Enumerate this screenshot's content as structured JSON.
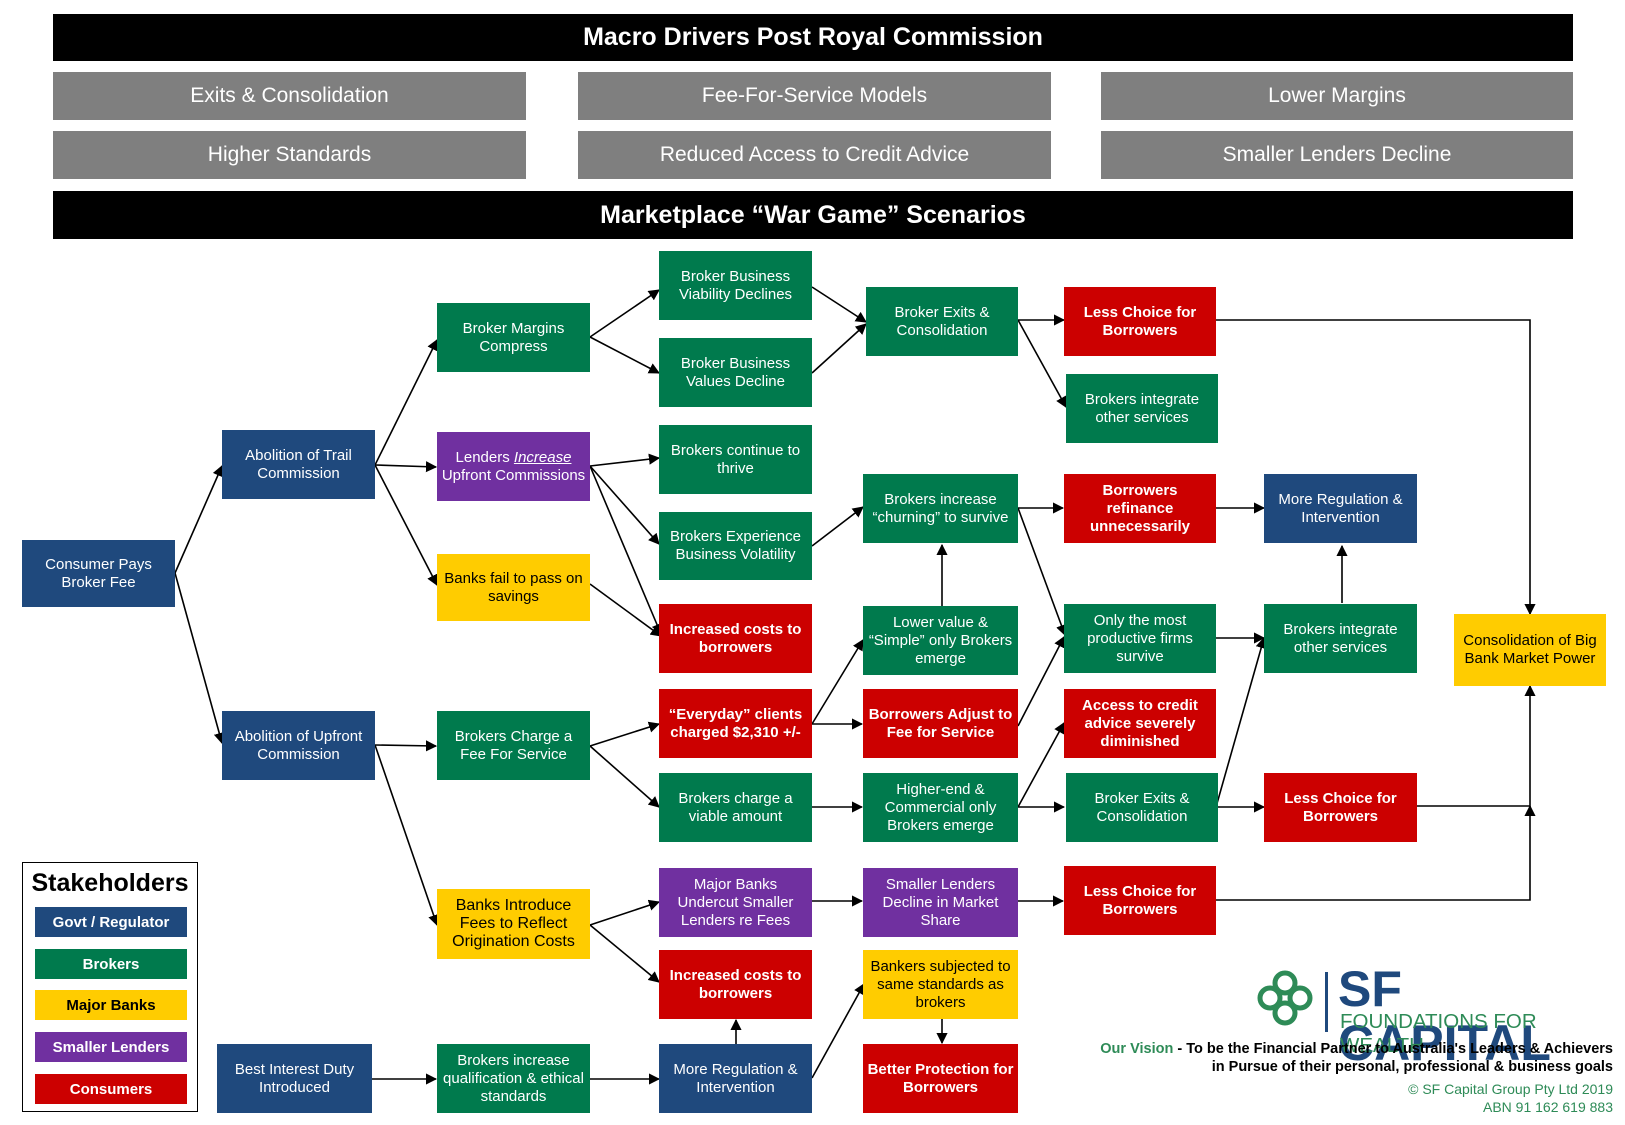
{
  "header": {
    "title": "Macro Drivers Post Royal Commission",
    "scenarios_title": "Marketplace “War Game” Scenarios"
  },
  "drivers": [
    "Exits & Consolidation",
    "Fee-For-Service Models",
    "Lower Margins",
    "Higher Standards",
    "Reduced Access to Credit Advice",
    "Smaller Lenders Decline"
  ],
  "nodes": {
    "consumer_pays": "Consumer Pays Broker Fee",
    "abolition_trail": "Abolition of Trail Commission",
    "abolition_upfront": "Abolition of Upfront Commission",
    "best_interest": "Best Interest Duty Introduced",
    "broker_margins": "Broker Margins Compress",
    "lenders_increase_pre": "Lenders ",
    "lenders_increase_em": "Increase",
    "lenders_increase_post": " Upfront Commissions",
    "banks_fail": "Banks fail to pass on savings",
    "brokers_fee": "Brokers Charge a Fee For Service",
    "banks_introduce": "Banks Introduce Fees to Reflect Origination Costs",
    "brokers_standards": "Brokers increase qualification & ethical standards",
    "viability_declines": "Broker Business Viability Declines",
    "values_decline": "Broker Business Values Decline",
    "continue_thrive": "Brokers continue to thrive",
    "experience_volatility": "Brokers Experience Business Volatility",
    "increased_costs_1": "Increased costs to borrowers",
    "everyday_clients": "“Everyday” clients charged $2,310 +/-",
    "viable_amount": "Brokers charge a viable amount",
    "major_undercut": "Major Banks Undercut Smaller Lenders re Fees",
    "increased_costs_2": "Increased costs to borrowers",
    "more_regulation_1": "More Regulation & Intervention",
    "exits_consolidation_1": "Broker Exits & Consolidation",
    "churning": "Brokers increase “churning” to survive",
    "lower_value": "Lower value & “Simple” only Brokers emerge",
    "borrowers_adjust": "Borrowers Adjust to Fee for Service",
    "higher_end": "Higher-end & Commercial only Brokers emerge",
    "smaller_decline": "Smaller Lenders Decline in Market Share",
    "bankers_subjected": "Bankers subjected to same standards as brokers",
    "better_protection": "Better Protection for Borrowers",
    "less_choice_1": "Less Choice for Borrowers",
    "integrate_1": "Brokers integrate other services",
    "refinance": "Borrowers refinance unnecessarily",
    "productive_firms": "Only the most productive firms survive",
    "access_diminished": "Access to credit advice severely diminished",
    "exits_consolidation_2": "Broker Exits & Consolidation",
    "less_choice_3": "Less Choice for Borrowers",
    "more_regulation_2": "More Regulation & Intervention",
    "integrate_2": "Brokers integrate other services",
    "less_choice_2": "Less Choice for Borrowers",
    "consolidation_big_bank": "Consolidation of Big Bank Market Power"
  },
  "legend": {
    "title": "Stakeholders",
    "items": [
      {
        "label": "Govt / Regulator",
        "color": "#1f497d"
      },
      {
        "label": "Brokers",
        "color": "#007a4d"
      },
      {
        "label": "Major Banks",
        "color": "#ffcc00"
      },
      {
        "label": "Smaller Lenders",
        "color": "#7030a0"
      },
      {
        "label": "Consumers",
        "color": "#cc0000"
      }
    ]
  },
  "branding": {
    "name": "SF CAPITAL",
    "tagline": "FOUNDATIONS FOR WEALTH",
    "vision_label": "Our Vision",
    "vision_text": " - To be the Financial Partner to Australia's Leaders  & Achievers in Pursue of their personal, professional & business goals",
    "copyright": "© SF Capital Group Pty Ltd 2019",
    "abn": "ABN 91 162 619 883"
  },
  "colors": {
    "govt": "#1f497d",
    "brokers": "#007a4d",
    "major_banks": "#ffcc00",
    "smaller_lenders": "#7030a0",
    "consumers": "#cc0000",
    "driver_grey": "#7f7f7f",
    "banner": "#000000"
  }
}
